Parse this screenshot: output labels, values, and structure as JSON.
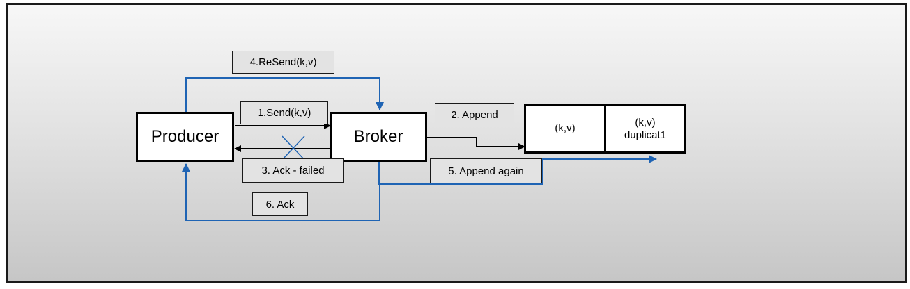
{
  "nodes": {
    "producer": "Producer",
    "broker": "Broker",
    "record": "(k,v)",
    "duplicate_line1": "(k,v)",
    "duplicate_line2": "duplicat1"
  },
  "labels": {
    "resend": "4.ReSend(k,v)",
    "send": "1.Send(k,v)",
    "append": "2. Append",
    "ack_failed": "3. Ack - failed",
    "append_again": "5. Append again",
    "ack": "6. Ack"
  },
  "colors": {
    "primary_flow": "#000000",
    "retry_flow": "#1f64b4"
  }
}
